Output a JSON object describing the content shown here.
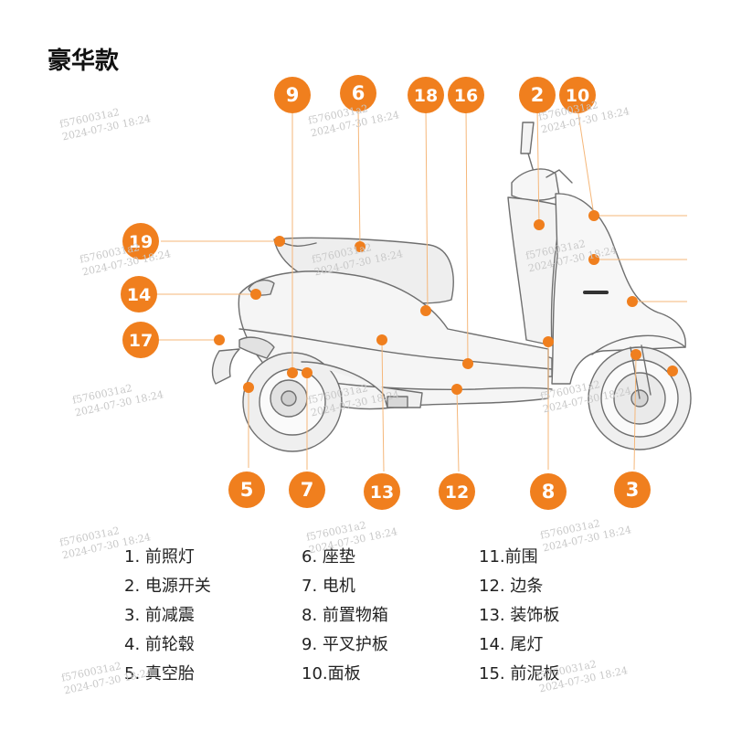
{
  "title": "豪华款",
  "accent_color": "#F07F1E",
  "line_color": "#F5B77A",
  "callouts": [
    "9",
    "6",
    "18",
    "16",
    "2",
    "10",
    "19",
    "14",
    "17",
    "5",
    "7",
    "13",
    "12",
    "8",
    "3"
  ],
  "legend": [
    [
      "1. 前照灯",
      "2. 电源开关",
      "3. 前减震",
      "4. 前轮毂",
      "5. 真空胎"
    ],
    [
      "6. 座垫",
      "7. 电机",
      "8. 前置物箱",
      "9. 平叉护板",
      "10.面板"
    ],
    [
      "11.前围",
      "12. 边条",
      "13. 装饰板",
      "14. 尾灯",
      "15. 前泥板"
    ]
  ],
  "watermark": [
    "f5760031a2",
    "2024-07-30 18:24"
  ]
}
